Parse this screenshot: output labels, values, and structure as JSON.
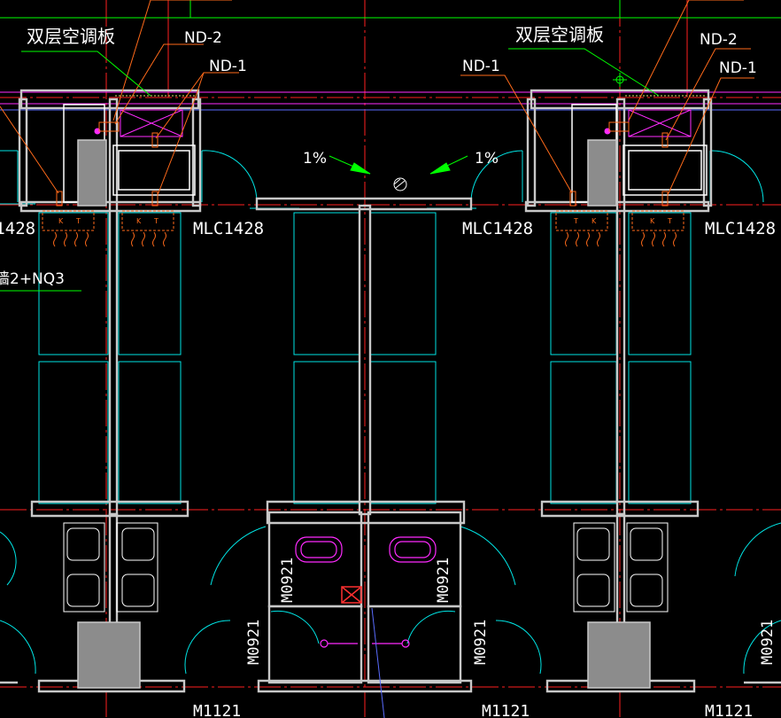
{
  "drawing": {
    "labels": {
      "double_ac_board": "双层空调板",
      "nd2": "ND-2",
      "nd1": "ND-1",
      "window_code": "MLC1428",
      "slope": "1%",
      "wall_note": "墙2+NQ3",
      "door_m0921": "M0921",
      "door_m1121": "M1121",
      "k": "K",
      "t": "T"
    },
    "colors": {
      "background": "#000000",
      "wall": "#c8c8c8",
      "wall_fill": "#000000",
      "axis_red": "#ff2020",
      "cyan": "#00e5e5",
      "green": "#00ff00",
      "orange": "#ff6a1a",
      "magenta": "#ff2bff",
      "white": "#ffffff",
      "gray_block": "#8c8c8c",
      "yellow_leader": "#ffff00",
      "blue_line": "#5a6cff"
    }
  }
}
